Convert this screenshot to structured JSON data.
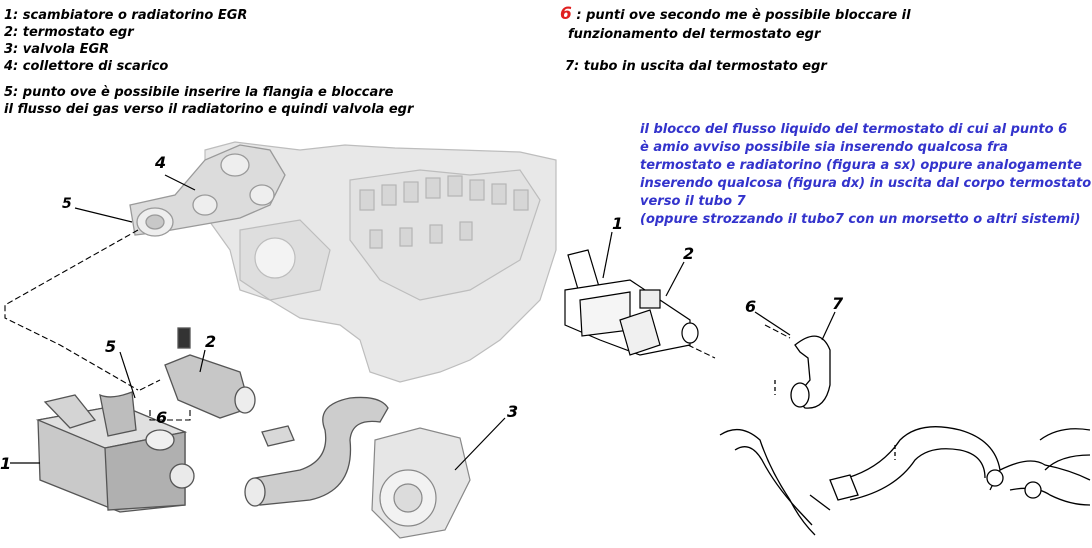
{
  "legend_left": [
    "1: scambiatore o radiatorino EGR",
    "2: termostato egr",
    "3: valvola EGR",
    "4: collettore di scarico",
    "5: punto ove è possibile inserire la flangia e bloccare",
    "il flusso dei gas verso il radiatorino e quindi valvola egr"
  ],
  "legend_right": {
    "six_marker": "6",
    "six_text_line1": ": punti ove secondo me è possibile bloccare il",
    "six_text_line2": "funzionamento del termostato egr",
    "seven_text": "7: tubo in uscita dal termostato egr"
  },
  "note_blue": [
    "il blocco del flusso liquido del termostato di cui al punto 6",
    "è amio avviso possibile sia inserendo qualcosa fra",
    "termostato e radiatorino (figura a sx) oppure analogamente",
    "inserendo qualcosa (figura dx) in uscita dal corpo termostato",
    "verso il tubo 7",
    "(oppure strozzando il tubo7 con un morsetto o altri sistemi)"
  ],
  "callouts_left": {
    "n4": "4",
    "n5_top": "5",
    "n5_mid": "5",
    "n2": "2",
    "n6": "6",
    "n1": "1",
    "n3": "3"
  },
  "callouts_right": {
    "n1": "1",
    "n2": "2",
    "n6": "6",
    "n7": "7"
  },
  "colors": {
    "note": "#3333cc",
    "marker": "#e02020"
  }
}
